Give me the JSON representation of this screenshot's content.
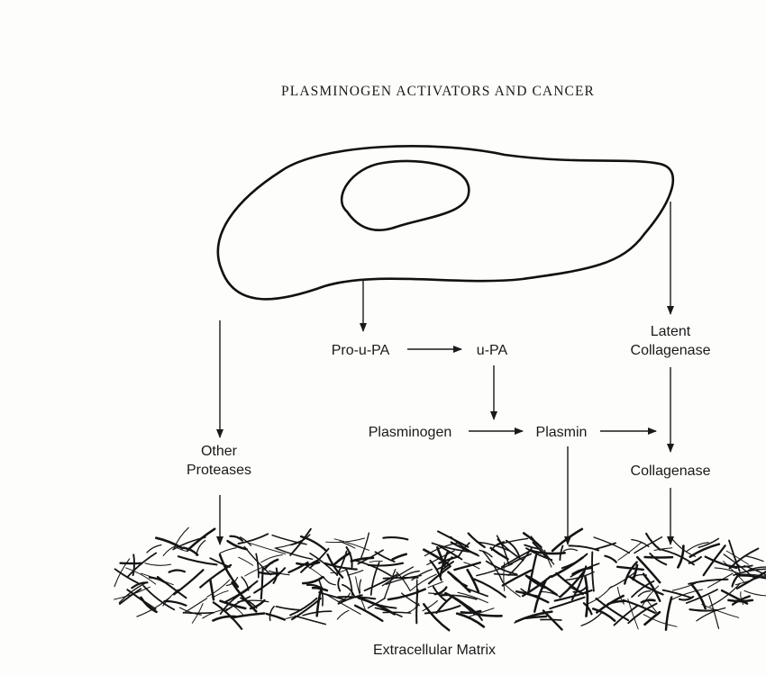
{
  "title": "PLASMINOGEN ACTIVATORS AND CANCER",
  "nodes": {
    "pro_upa": "Pro-u-PA",
    "upa": "u-PA",
    "plasminogen": "Plasminogen",
    "plasmin": "Plasmin",
    "latent_collagenase_line1": "Latent",
    "latent_collagenase_line2": "Collagenase",
    "collagenase": "Collagenase",
    "other_proteases_line1": "Other",
    "other_proteases_line2": "Proteases",
    "extracellular_matrix": "Extracellular Matrix"
  },
  "edges": [
    {
      "from": "cell",
      "to": "other_proteases"
    },
    {
      "from": "cell",
      "to": "pro_upa"
    },
    {
      "from": "cell",
      "to": "latent_collagenase"
    },
    {
      "from": "pro_upa",
      "to": "upa"
    },
    {
      "from": "upa",
      "to": "plasmin"
    },
    {
      "from": "plasminogen",
      "to": "plasmin"
    },
    {
      "from": "plasmin",
      "to": "collagenase"
    },
    {
      "from": "latent_collagenase",
      "to": "collagenase"
    },
    {
      "from": "other_proteases",
      "to": "extracellular_matrix"
    },
    {
      "from": "plasmin",
      "to": "extracellular_matrix"
    },
    {
      "from": "collagenase",
      "to": "extracellular_matrix"
    }
  ],
  "colors": {
    "ink": "#1a1a1a",
    "paper": "#fdfdfb"
  }
}
